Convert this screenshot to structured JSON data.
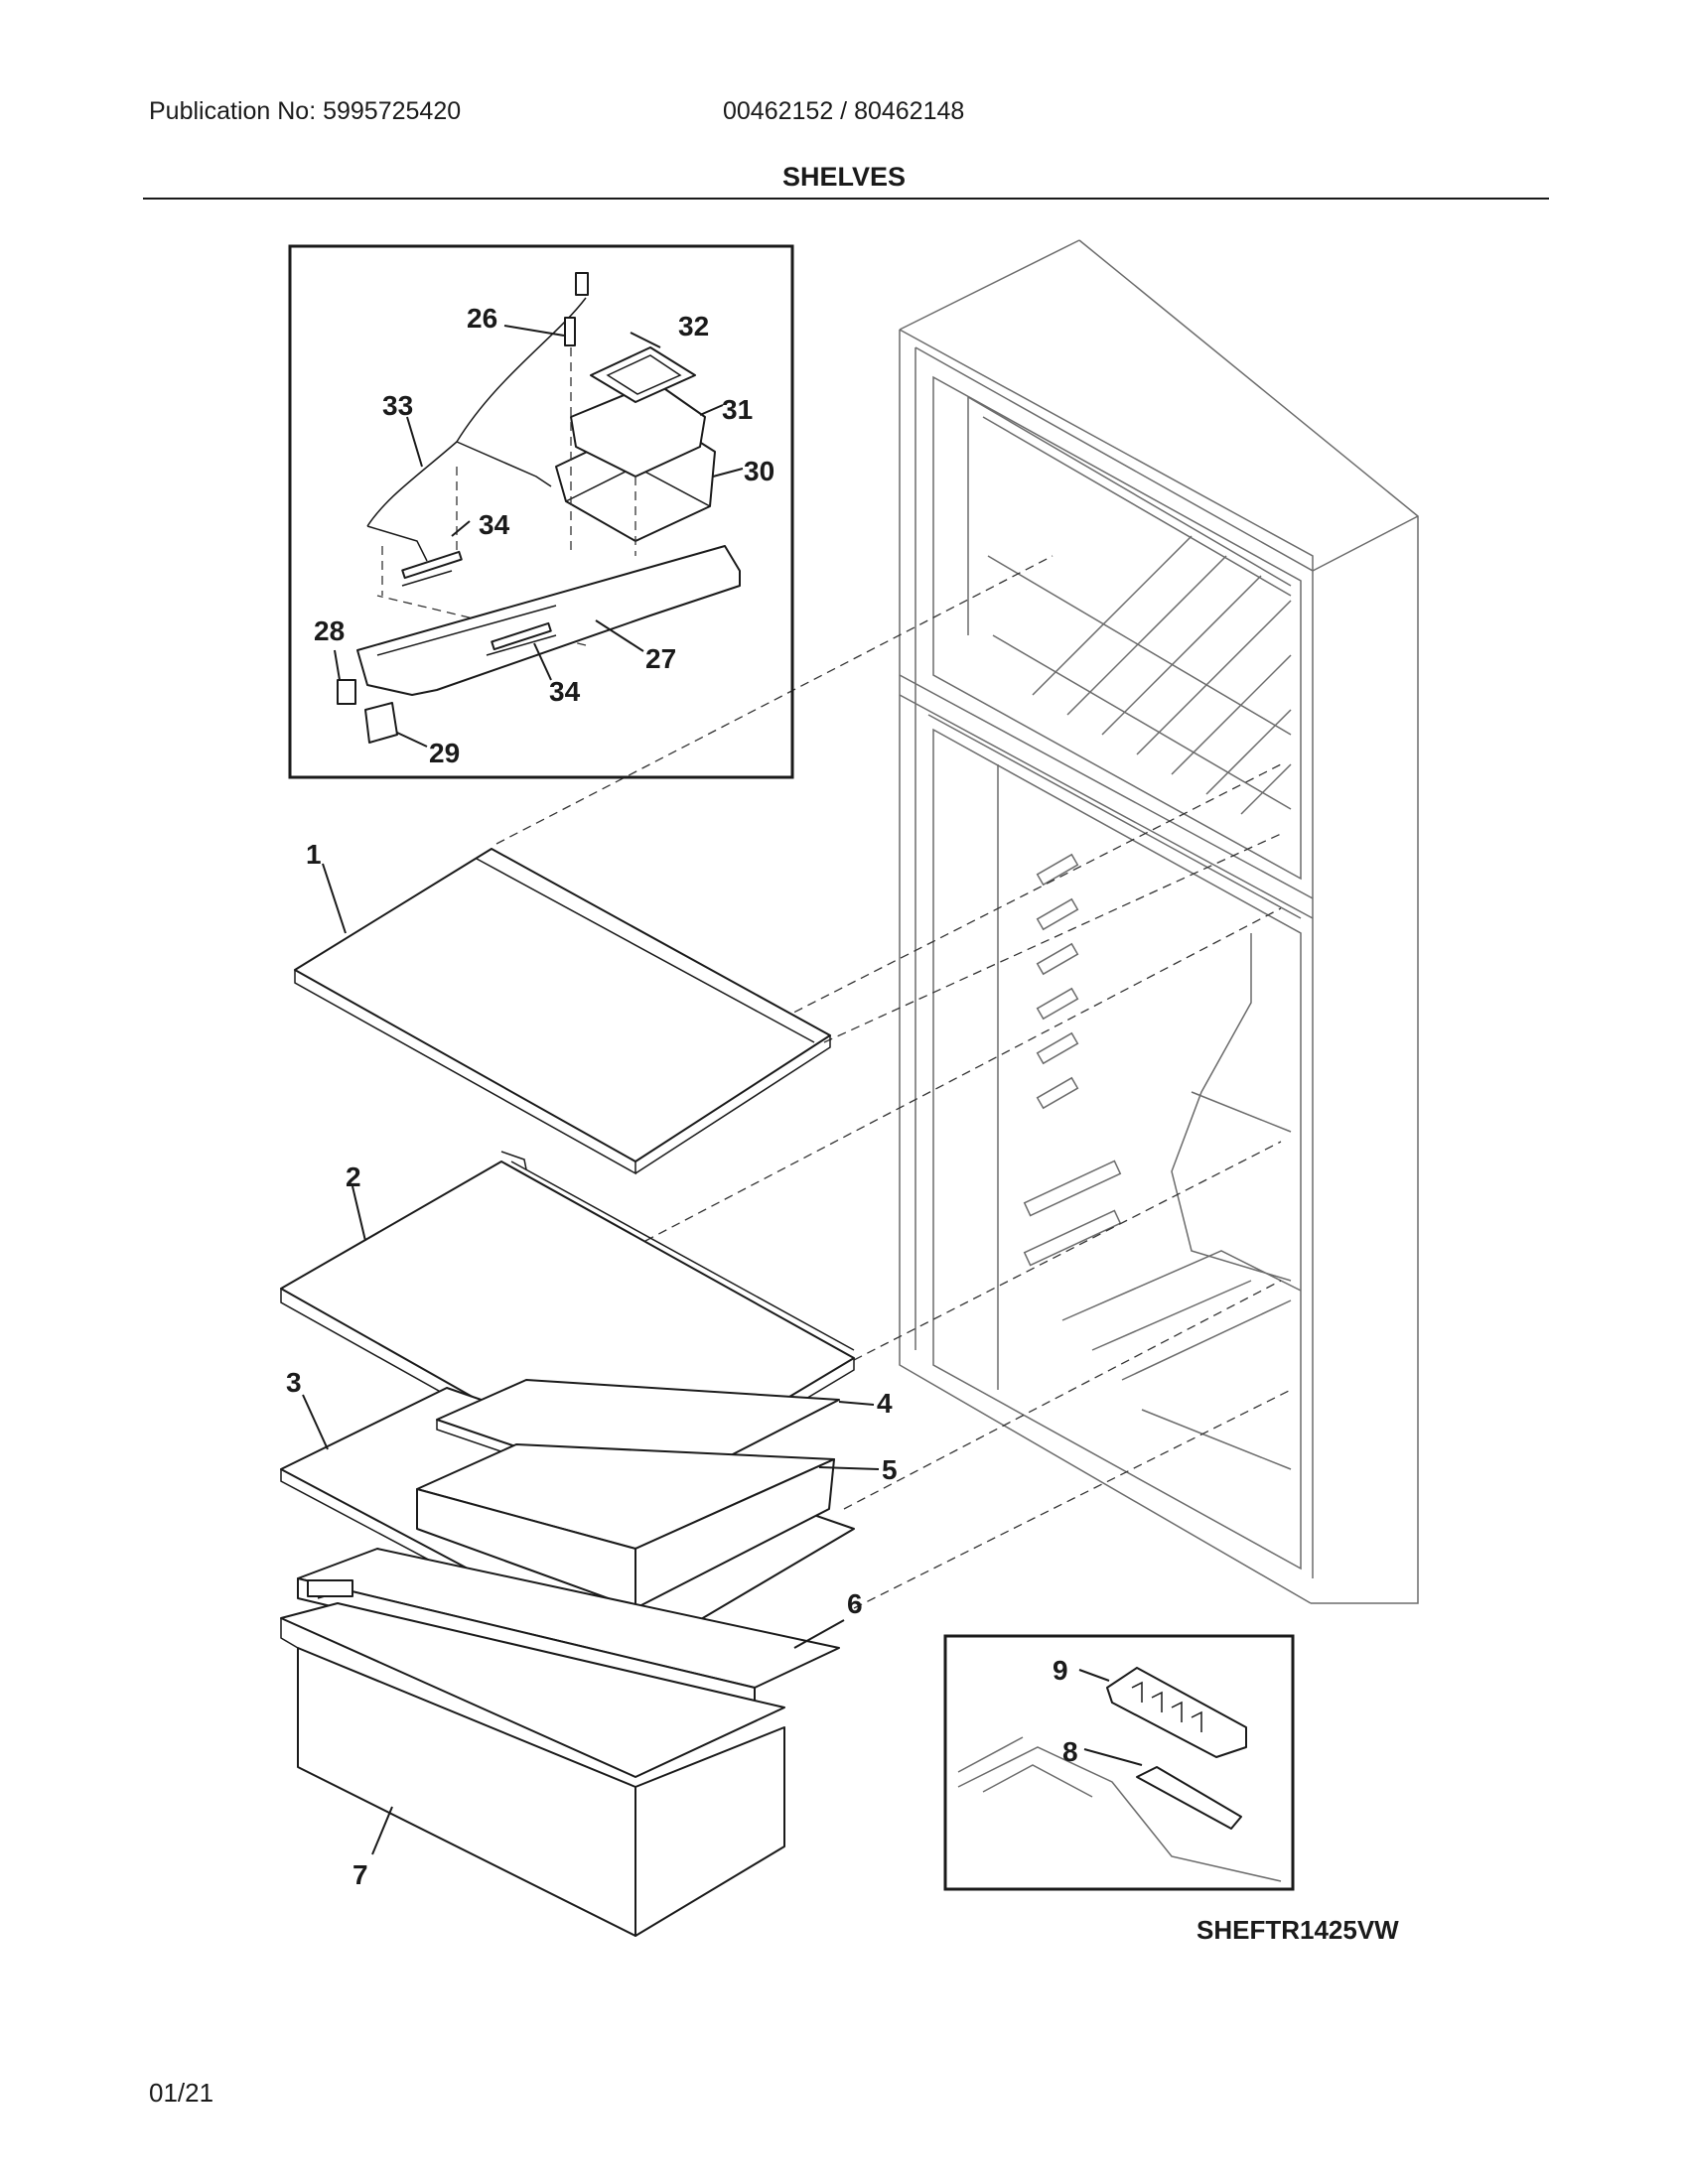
{
  "header": {
    "publication": "Publication No: 5995725420",
    "models": "00462152 / 80462148",
    "section_title": "SHELVES"
  },
  "diagram": {
    "callouts": [
      "1",
      "2",
      "3",
      "4",
      "5",
      "6",
      "7",
      "8",
      "9",
      "26",
      "27",
      "28",
      "29",
      "30",
      "31",
      "32",
      "33",
      "34",
      "34"
    ],
    "drawing_code": "SHEFTR1425VW"
  },
  "footer": {
    "page": "01/21"
  }
}
